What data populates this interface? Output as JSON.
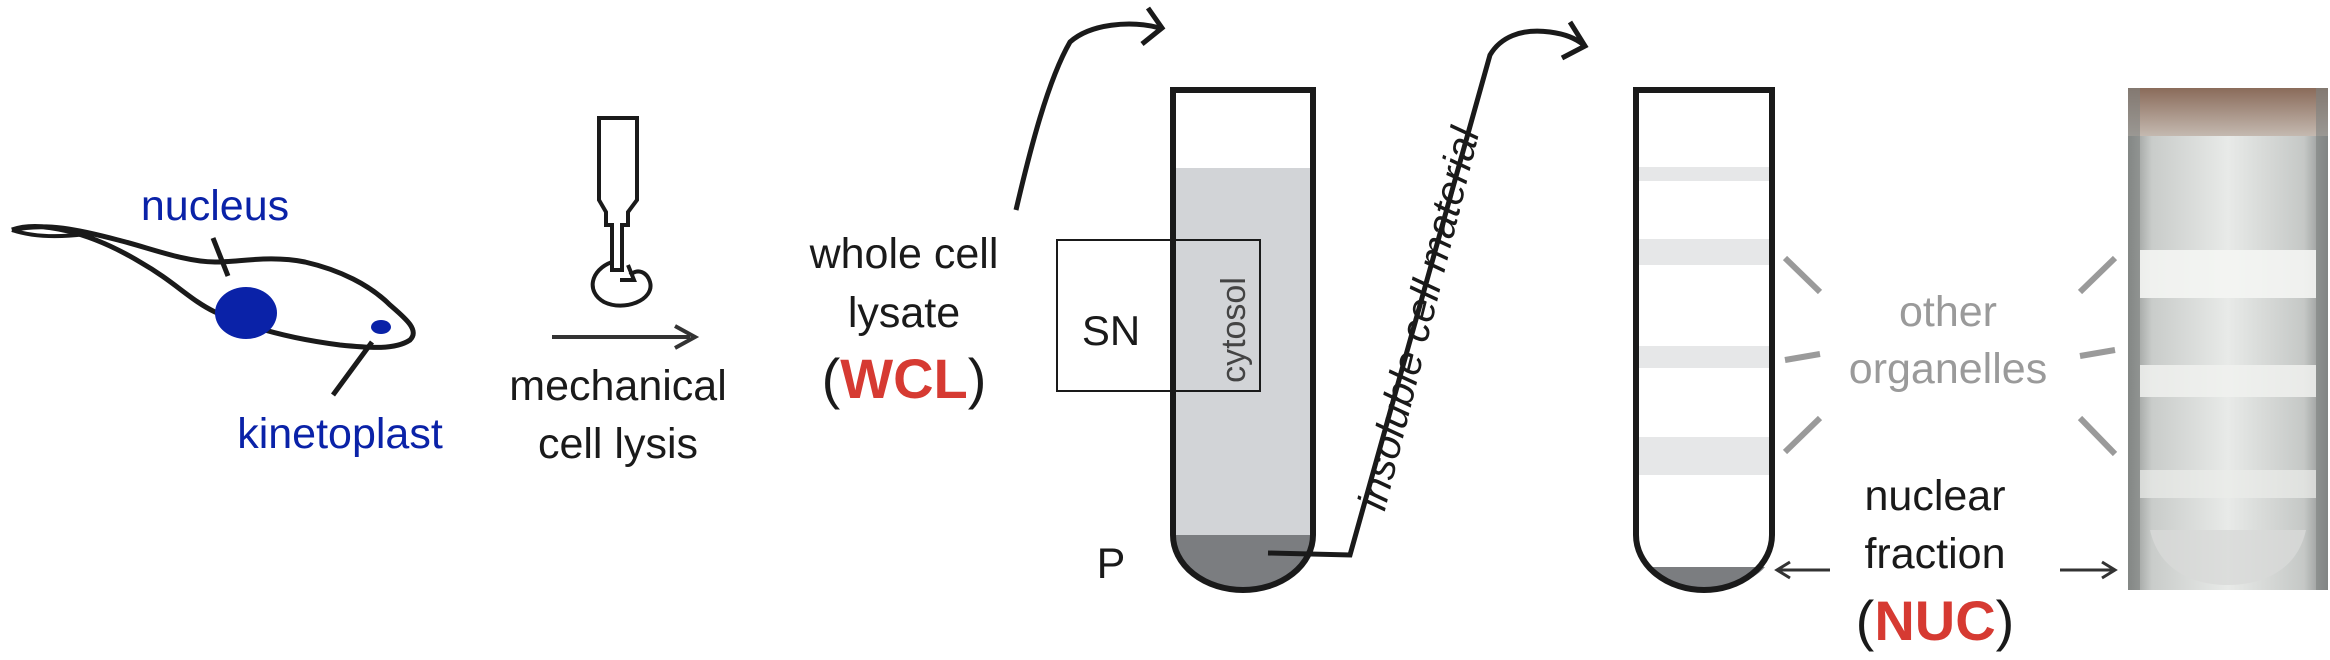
{
  "cell": {
    "nucleus_label": "nucleus",
    "kinetoplast_label": "kinetoplast"
  },
  "lysis": {
    "line1": "mechanical",
    "line2": "cell lysis"
  },
  "wcl": {
    "line1": "whole cell",
    "line2": "lysate",
    "open_paren": "(",
    "abbr": "WCL",
    "close_paren": ")"
  },
  "tube1": {
    "sn_label": "SN",
    "cytosol_label": "cytosol",
    "pellet_label": "P"
  },
  "transfer": {
    "label": "insoluble cell material"
  },
  "gradient": {
    "organelles_line1": "other",
    "organelles_line2": "organelles",
    "nuclear_line1": "nuclear",
    "nuclear_line2": "fraction",
    "open_paren": "(",
    "abbr": "NUC",
    "close_paren": ")"
  },
  "colors": {
    "cell_blue": "#0a22a8",
    "accent_red": "#d63a32",
    "grey_text": "#9a9a9a",
    "cytosol_fill": "#d2d4d7",
    "pellet_fill": "#7b7d80",
    "band_fill": "#e6e7e8",
    "ink": "#1a1a1a"
  }
}
